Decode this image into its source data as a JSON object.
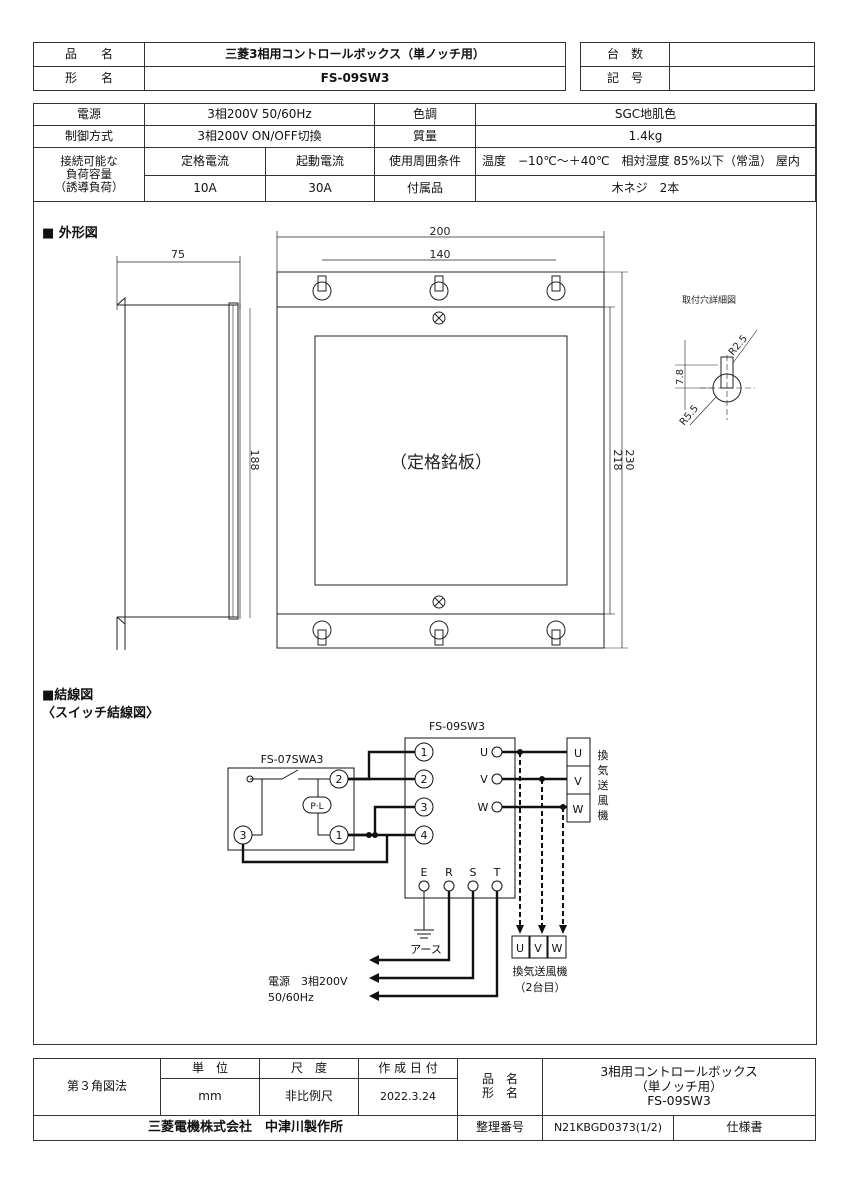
{
  "header": {
    "product_name_label": "品　　名",
    "product_name": "三菱3相用コントロールボックス（単ノッチ用）",
    "model_label": "形　　名",
    "model": "FS-09SW3",
    "count_label": "台　数",
    "count_value": "",
    "symbol_label": "記　号",
    "symbol_value": ""
  },
  "specs": {
    "power_label": "電源",
    "power": "3相200V 50/60Hz",
    "color_label": "色調",
    "color": "SGC地肌色",
    "control_label": "制御方式",
    "control": "3相200V ON/OFF切換",
    "mass_label": "質量",
    "mass": "1.4kg",
    "load_label_1": "接続可能な",
    "load_label_2": "負荷容量",
    "load_label_3": "（誘導負荷）",
    "rated_current_label": "定格電流",
    "rated_current": "10A",
    "start_current_label": "起動電流",
    "start_current": "30A",
    "env_label": "使用周囲条件",
    "env": "温度　−10℃〜＋40℃　相対湿度 85%以下（常温） 屋内",
    "accessory_label": "付属品",
    "accessory": "木ネジ　2本"
  },
  "outline": {
    "title": "■ 外形図",
    "dim_75": "75",
    "dim_200": "200",
    "dim_140": "140",
    "dim_188": "188",
    "dim_218": "218",
    "dim_230": "230",
    "nameplate": "（定格銘板）",
    "hole_detail_title": "取付穴詳細図",
    "dim_78": "7.8",
    "dim_r25": "R2.5",
    "dim_r55": "R5.5"
  },
  "wiring": {
    "title": "■結線図",
    "subtitle": "〈スイッチ結線図〉",
    "box_model": "FS-09SW3",
    "switch_model": "FS-07SWA3",
    "t1": "1",
    "t2": "2",
    "t3": "3",
    "t4": "4",
    "sw2": "2",
    "sw1": "1",
    "sw3": "3",
    "pl": "P·L",
    "u": "U",
    "v": "V",
    "w": "W",
    "e": "E",
    "r": "R",
    "s": "S",
    "t": "T",
    "fan_label": [
      "換",
      "気",
      "送",
      "風",
      "機"
    ],
    "earth": "アース",
    "power1": "電源　3相200V",
    "power2": "50/60Hz",
    "fan2_1": "換気送風機",
    "fan2_2": "（2台目）"
  },
  "titleblock": {
    "projection": "第３角図法",
    "unit_label": "単　位",
    "unit": "mm",
    "scale_label": "尺　度",
    "scale": "非比例尺",
    "date_label": "作 成 日 付",
    "date": "2022.3.24",
    "name_label": "品　名",
    "model_label": "形　名",
    "name1": "3相用コントロールボックス",
    "name2": "（単ノッチ用）",
    "name3": "FS-09SW3",
    "company": "三菱電機株式会社　中津川製作所",
    "docno_label": "整理番号",
    "docno": "N21KBGD0373(1/2)",
    "doctype": "仕様書"
  }
}
